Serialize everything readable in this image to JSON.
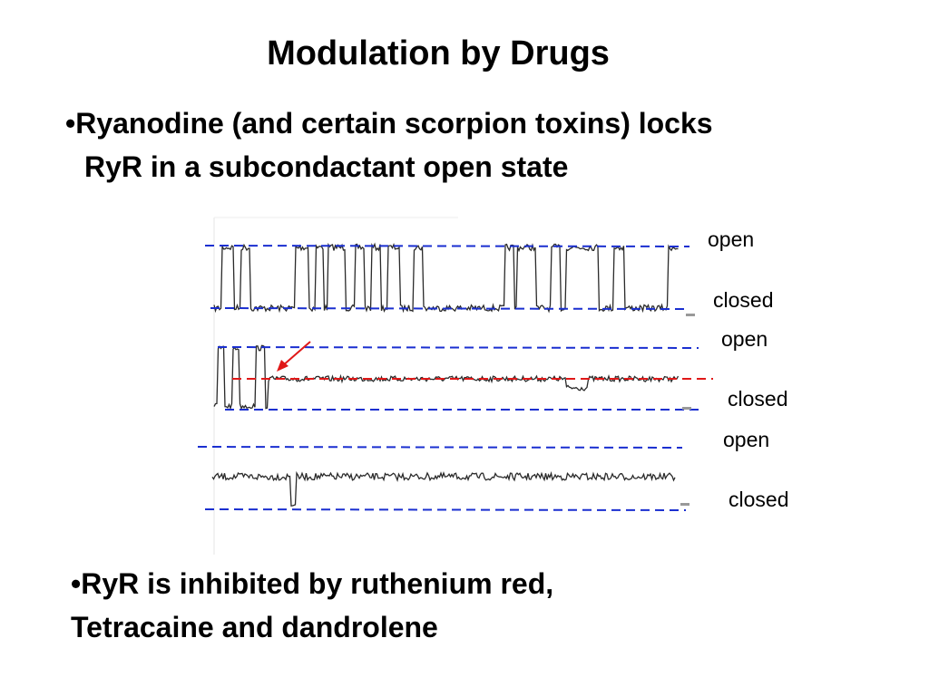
{
  "title": "Modulation by Drugs",
  "bullets": [
    {
      "lines": [
        "•Ryanodine (and certain scorpion toxins) locks",
        "RyR in a subcondactant open state"
      ]
    },
    {
      "lines": [
        "•RyR is  inhibited by ruthenium red,",
        "Tetracaine and dandrolene"
      ]
    }
  ],
  "traces": [
    {
      "state_labels": {
        "open": "open",
        "closed": "closed"
      }
    },
    {
      "state_labels": {
        "open": "open",
        "closed": "closed"
      }
    },
    {
      "state_labels": {
        "open": "open",
        "closed": "closed"
      }
    }
  ],
  "colors": {
    "reference_line": "#1a2fd0",
    "subconductance_line": "#e01818",
    "arrow": "#e01818",
    "trace": "#2a2a2a"
  }
}
